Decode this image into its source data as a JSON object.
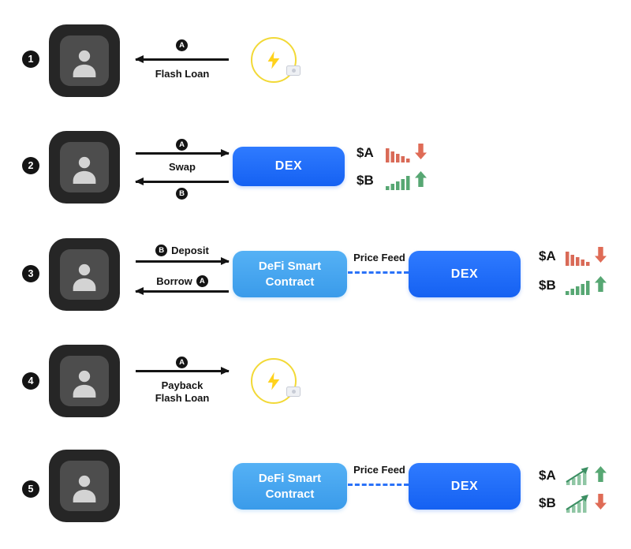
{
  "meta": {
    "title": "Flash Loan Attack Flow Diagram"
  },
  "colors": {
    "dex_blue": "#1f66f5",
    "contract_blue": "#47a7f0",
    "flash_yellow": "#f2d937",
    "up_green": "#57a773",
    "down_red": "#df6b56",
    "ink": "#141414"
  },
  "step_numbers": [
    "1",
    "2",
    "3",
    "4",
    "5"
  ],
  "badges": {
    "a": "A",
    "b": "B"
  },
  "labels": {
    "flash_loan": "Flash Loan",
    "swap": "Swap",
    "deposit": "Deposit",
    "borrow": "Borrow",
    "payback_flash_loan": "Payback Flash Loan",
    "price_feed": "Price Feed"
  },
  "nodes": {
    "dex": "DEX",
    "defi_contract": "DeFi Smart Contract"
  },
  "tokens": {
    "a": "$A",
    "b": "$B"
  },
  "icons": {
    "user-icon": "person-silhouette",
    "flash-loan-icon": "lightning bolt in yellow circle",
    "banknote-icon": "small banknote",
    "chart-down-icon": "red descending bar chart",
    "chart-up-icon": "green ascending bar chart",
    "chart-trend-up-icon": "bar chart with rising trend arrow",
    "trend-up-icon": "green up arrow",
    "trend-down-icon": "red down arrow"
  }
}
